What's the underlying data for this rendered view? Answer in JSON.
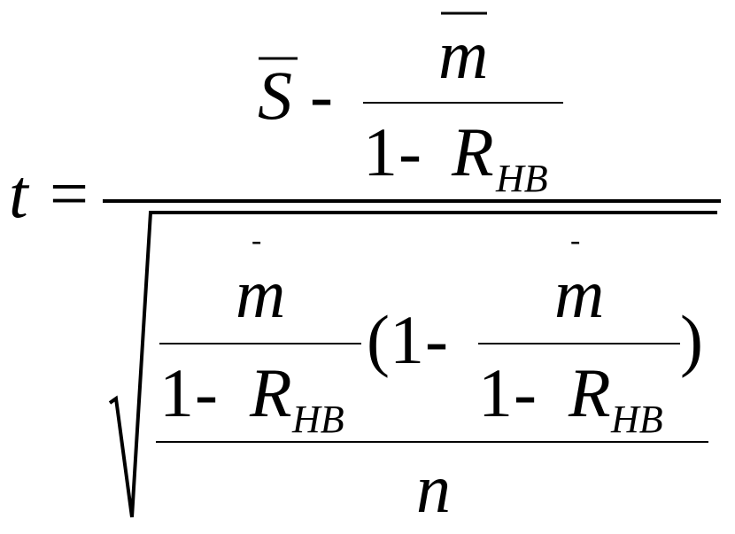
{
  "formula": {
    "lhs": "t",
    "equals": "=",
    "numerator": {
      "s_symbol": "S",
      "minus": "-",
      "m_symbol": "m",
      "one": "1",
      "minus2": "-",
      "r_symbol": "R",
      "r_subscript": "HB"
    },
    "denominator": {
      "left_frac": {
        "bar": "-",
        "m_symbol": "m",
        "one": "1",
        "minus": "-",
        "r_symbol": "R",
        "r_subscript": "HB"
      },
      "open_paren": "(",
      "paren_one": "1",
      "paren_minus": "-",
      "right_frac": {
        "bar": "-",
        "m_symbol": "m",
        "one": "1",
        "minus": "-",
        "r_symbol": "R",
        "r_subscript": "HB"
      },
      "close_paren": ")",
      "n_symbol": "n"
    }
  }
}
